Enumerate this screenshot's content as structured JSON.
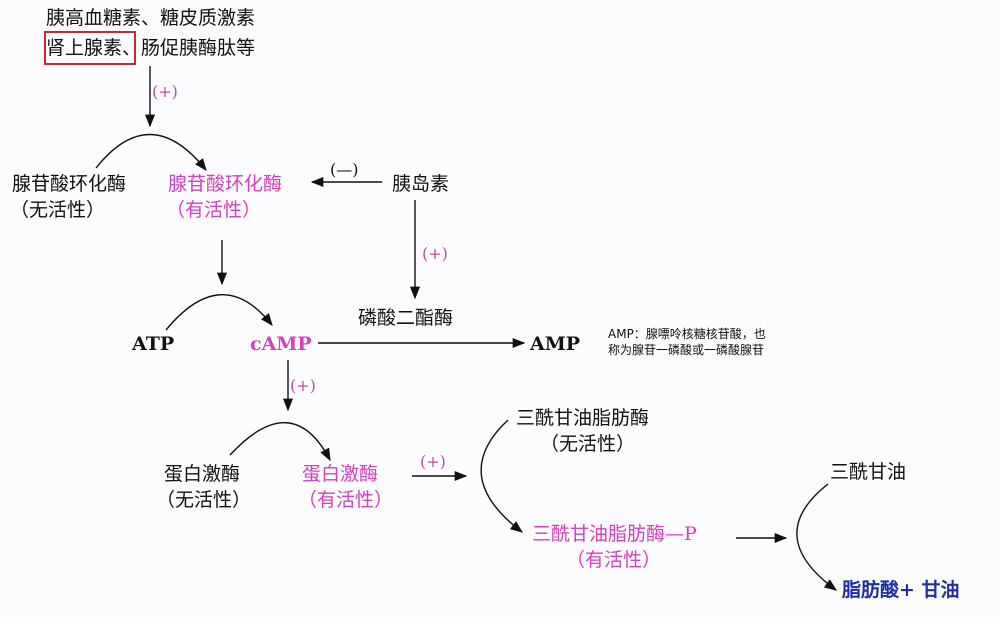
{
  "hormones": {
    "line1": "胰高血糖素、糖皮质激素",
    "line2_highlighted": "肾上腺素",
    "line2_rest": "、肠促胰酶肽等"
  },
  "signs": {
    "plus": "(+)",
    "minus": "(—)"
  },
  "adenylate_cyclase": {
    "inactive_name": "腺苷酸环化酶",
    "inactive_state": "（无活性）",
    "active_name": "腺苷酸环化酶",
    "active_state": "（有活性）"
  },
  "insulin": "胰岛素",
  "phosphodiesterase": "磷酸二酯酶",
  "atp": "ATP",
  "camp": "cAMP",
  "amp": "AMP",
  "amp_note": {
    "line1": "AMP：腺嘌呤核糖核苷酸，也",
    "line2": "称为腺苷一磷酸或一磷酸腺苷"
  },
  "protein_kinase": {
    "inactive_name": "蛋白激酶",
    "inactive_state": "（无活性）",
    "active_name": "蛋白激酶",
    "active_state": "（有活性）"
  },
  "tg_lipase": {
    "inactive_name": "三酰甘油脂肪酶",
    "inactive_state": "（无活性）",
    "active_name": "三酰甘油脂肪酶—P",
    "active_state": "（有活性）"
  },
  "triglyceride": "三酰甘油",
  "products": "脂肪酸+ 甘油",
  "colors": {
    "active": "#d63fbf",
    "plus_sign": "#b64fa7",
    "product": "#1d2ea6",
    "highlight_box": "#c8282e"
  }
}
